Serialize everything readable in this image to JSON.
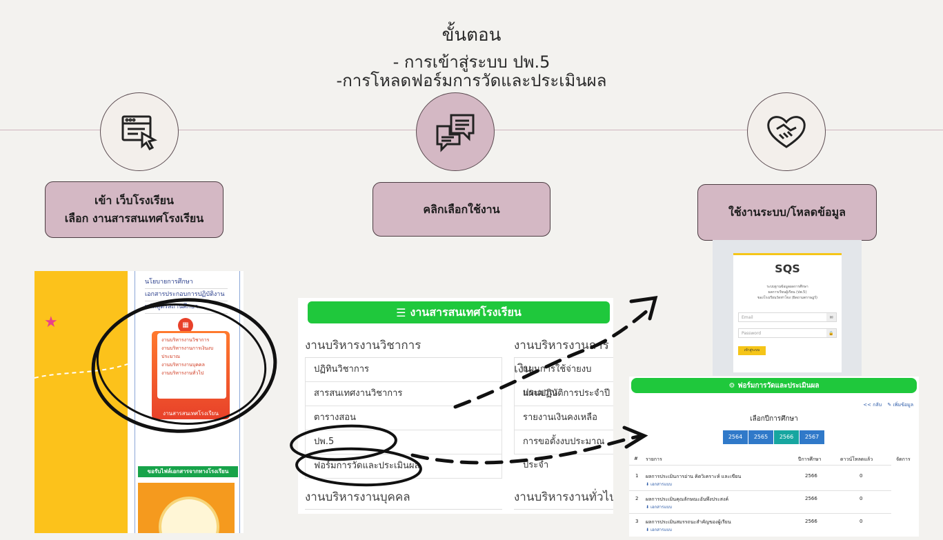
{
  "header": {
    "title": "ขั้นตอน",
    "subtitle1": "- การเข้าสู่ระบบ ปพ.5",
    "subtitle2": "-การโหลดฟอร์มการวัดและประเมินผล"
  },
  "steps": [
    {
      "line1": "เข้า เว็บโรงเรียน",
      "line2": "เลือก งานสารสนเทศโรงเรียน",
      "icon": "browser-cursor-icon"
    },
    {
      "line1": "คลิกเลือกใช้งาน",
      "icon": "chat-bubbles-icon"
    },
    {
      "line1": "ใช้งานระบบ/โหลดข้อมูล",
      "icon": "handshake-icon"
    }
  ],
  "website": {
    "menu": [
      "นโยบายการศึกษา",
      "เอกสารประกอบการปฏิบัติงาน",
      "หลักสูตรสถานศึกษา"
    ],
    "card_items": [
      "งานบริหารงานวิชาการ",
      "งานบริหารงานการเงินงบประมาณ",
      "งานบริหารงานบุคคล",
      "งานบริหารงานทั่วไป"
    ],
    "card_label": "งานสารสนเทศโรงเรียน",
    "download_bar": "ขอรับไฟล์เอกสารจากทางโรงเรียน"
  },
  "info": {
    "header": "งานสารสนเทศโรงเรียน",
    "academic": {
      "title": "งานบริหารงานวิชาการ",
      "items": [
        "ปฏิทินวิชาการ",
        "สารสนเทศงานวิชาการ",
        "ตารางสอน",
        "ปพ.5",
        "ฟอร์มการวัดและประเมินผล"
      ]
    },
    "finance": {
      "title": "งานบริหารงานการเงิน",
      "items": [
        "แผนการใช้จ่ายงบประมาณ",
        "แผนปฏิบัติการประจำปี",
        "รายงานเงินคงเหลือ",
        "การขอตั้งงบประมาณประจำ"
      ]
    },
    "personnel": {
      "title": "งานบริหารงานบุคคล"
    },
    "general": {
      "title": "งานบริหารงานทั่วไป"
    }
  },
  "sqs": {
    "title": "SQS",
    "line1": "ระบบฐานข้อมูลผลการศึกษา",
    "line2": "ผลการเรียนผู้เรียน (ปพ.5)",
    "line3": "ของโรงเรียนวัดท่าโขง (ผิดถามตราษฎร์)",
    "email_placeholder": "Email",
    "password_placeholder": "Password",
    "login_button": "เข้าสู่ระบบ"
  },
  "forms": {
    "header": "ฟอร์มการวัดและประเมินผล",
    "back": "<< กลับ",
    "add": "เพิ่มข้อมูล",
    "year_title": "เลือกปีการศึกษา",
    "years": [
      "2564",
      "2565",
      "2566",
      "2567"
    ],
    "columns": [
      "#",
      "รายการ",
      "ปีการศึกษา",
      "ดาวน์โหลดแล้ว",
      "จัดการ"
    ],
    "rows": [
      {
        "no": "1",
        "name": "ผลการประเมินการอ่าน คิดวิเคราะห์ และเขียน",
        "doc": "เอกสารแบบ",
        "year": "2566",
        "downloads": "0"
      },
      {
        "no": "2",
        "name": "ผลการประเมินคุณลักษณะอันพึงประสงค์",
        "doc": "เอกสารแบบ",
        "year": "2566",
        "downloads": "0"
      },
      {
        "no": "3",
        "name": "ผลการประเมินสมรรถนะสำคัญของผู้เรียน",
        "doc": "เอกสารแบบ",
        "year": "2566",
        "downloads": "0"
      }
    ]
  },
  "colors": {
    "step_fill": "#d4b8c4",
    "green": "#1fc83c",
    "blue": "#3079c9",
    "teal": "#17a6a0",
    "yellow": "#fcc21b"
  }
}
